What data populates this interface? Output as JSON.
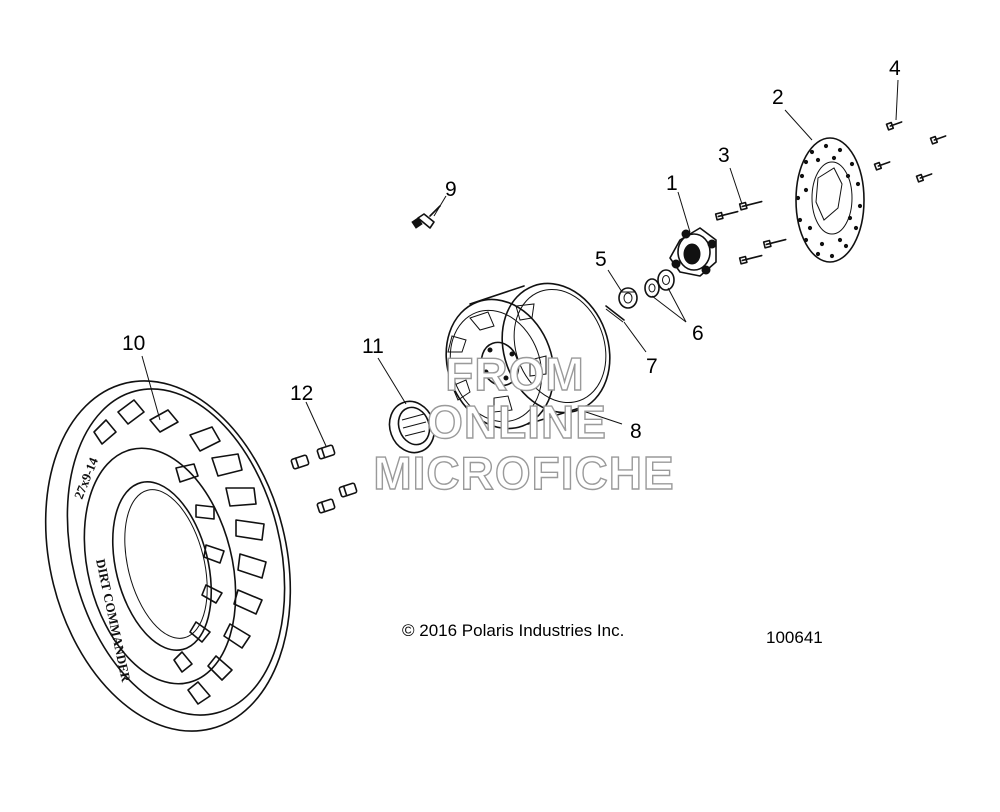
{
  "diagram": {
    "callouts": [
      {
        "id": "1",
        "text": "1"
      },
      {
        "id": "2",
        "text": "2"
      },
      {
        "id": "3",
        "text": "3"
      },
      {
        "id": "4",
        "text": "4"
      },
      {
        "id": "5",
        "text": "5"
      },
      {
        "id": "6",
        "text": "6"
      },
      {
        "id": "7",
        "text": "7"
      },
      {
        "id": "8",
        "text": "8"
      },
      {
        "id": "9",
        "text": "9"
      },
      {
        "id": "10",
        "text": "10"
      },
      {
        "id": "11",
        "text": "11"
      },
      {
        "id": "12",
        "text": "12"
      }
    ],
    "watermark": {
      "line1": "FROM",
      "line2": "ONLINE",
      "line3": "MICROFICHE"
    },
    "copyright": "© 2016 Polaris Industries Inc.",
    "drawing_number": "100641",
    "tire_sidewall": {
      "brand_text": "DIRT COMMANDER",
      "size_text": "27x9-14"
    },
    "colors": {
      "ink": "#111111",
      "watermark_outline": "#9a9a9a",
      "background": "#ffffff"
    }
  }
}
